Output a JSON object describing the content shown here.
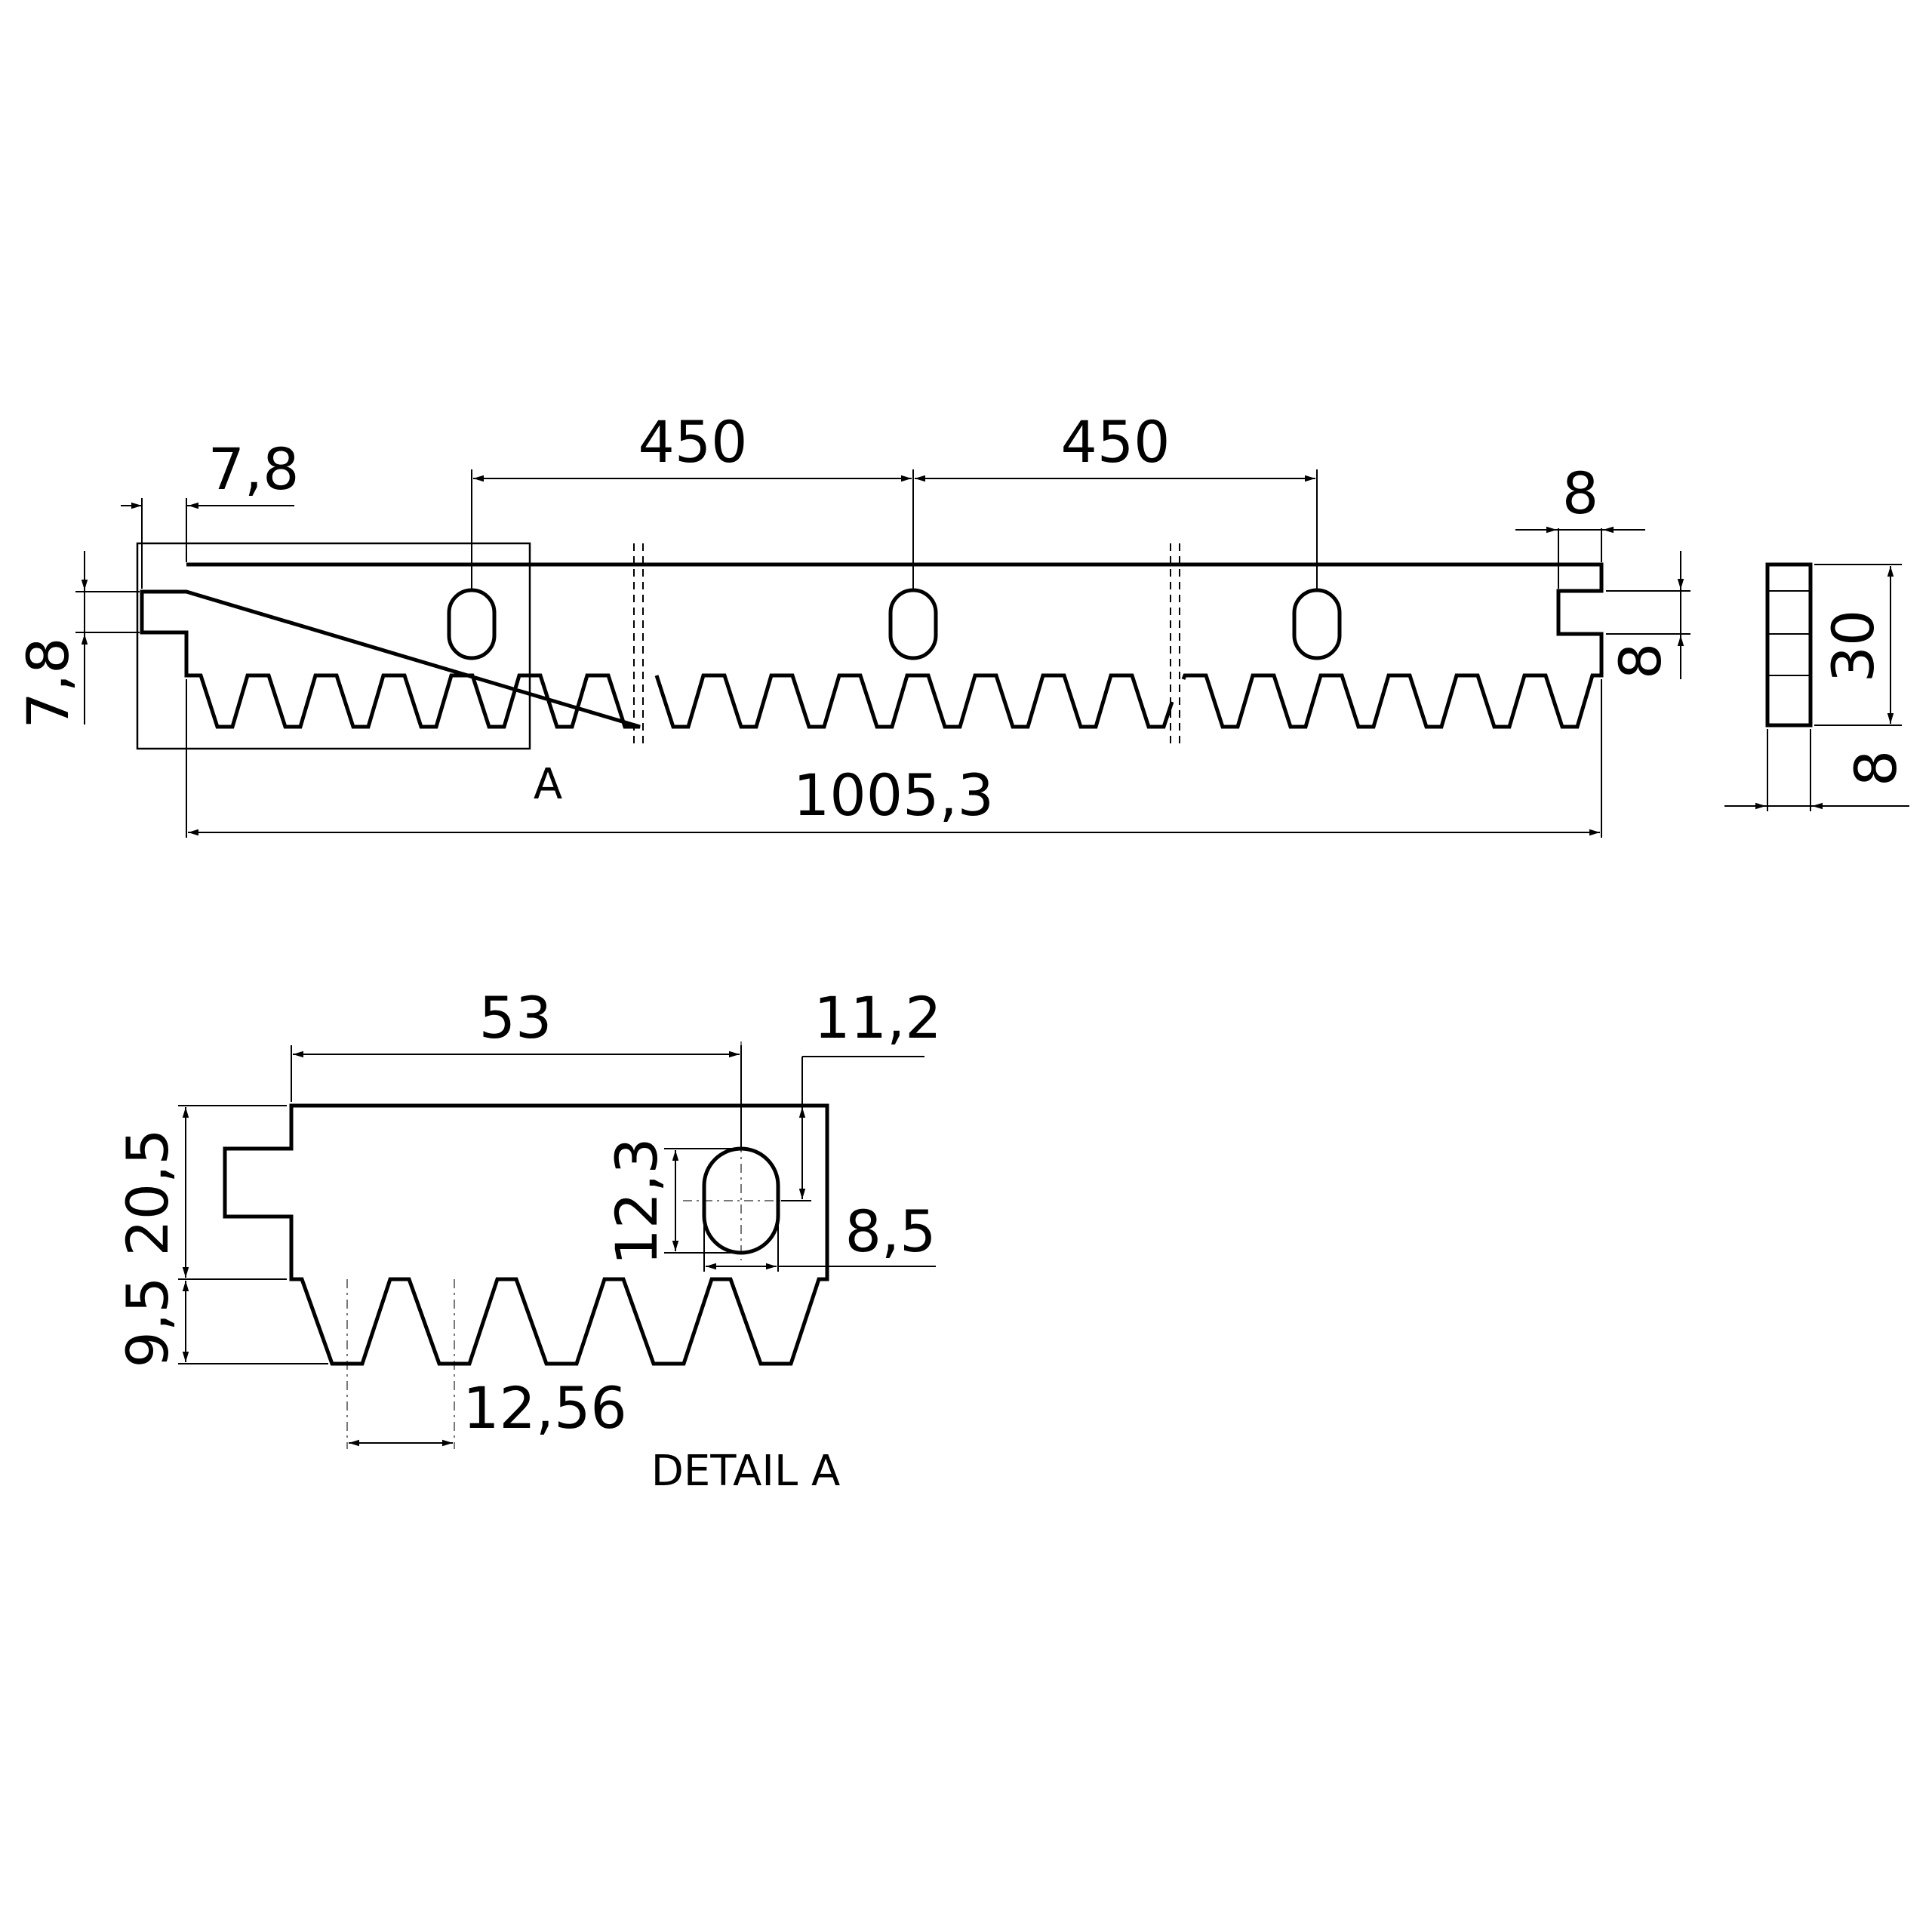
{
  "main_view": {
    "dim_end_width": "7,8",
    "dim_end_height": "7,8",
    "dim_pitch_1": "450",
    "dim_pitch_2": "450",
    "dim_right_tab_width": "8",
    "dim_right_tab_height": "8",
    "dim_total_length": "1005,3",
    "detail_marker": "A"
  },
  "side_view": {
    "dim_height": "30",
    "dim_thickness": "8"
  },
  "detail_view": {
    "title": "DETAIL A",
    "dim_hole_offset": "53",
    "dim_hole_top": "11,2",
    "dim_hole_length": "12,3",
    "dim_hole_width": "8,5",
    "dim_body_height": "20,5",
    "dim_tooth_height": "9,5",
    "dim_tooth_pitch": "12,56"
  }
}
